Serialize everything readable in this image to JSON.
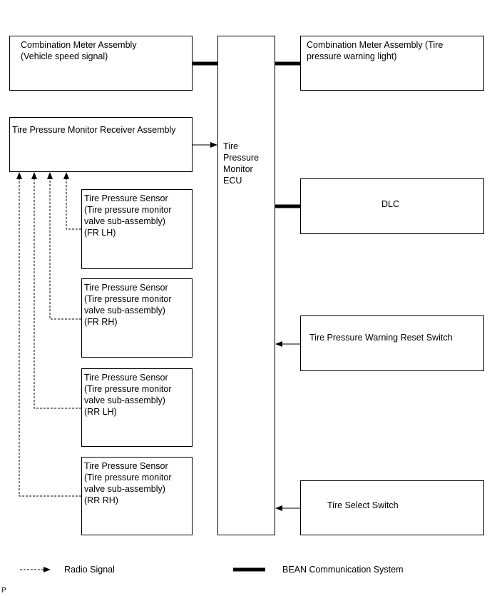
{
  "boxes": {
    "comb_speed": "Combination Meter Assembly\n(Vehicle speed signal)",
    "comb_warning": "Combination Meter Assembly (Tire\npressure warning light)",
    "receiver": "Tire Pressure Monitor Receiver Assembly",
    "ecu": "Tire\nPressure\nMonitor\nECU",
    "dlc": "DLC",
    "reset_switch": "Tire Pressure Warning Reset Switch",
    "select_switch": "Tire Select Switch",
    "sensor_fr_lh": "Tire Pressure Sensor\n(Tire pressure monitor\nvalve sub-assembly)\n(FR LH)",
    "sensor_fr_rh": "Tire Pressure Sensor\n(Tire pressure monitor\nvalve sub-assembly)\n(FR RH)",
    "sensor_rr_lh": "Tire Pressure Sensor\n(Tire pressure monitor\nvalve sub-assembly)\n(RR LH)",
    "sensor_rr_rh": "Tire Pressure Sensor\n(Tire pressure monitor\nvalve sub-assembly)\n(RR RH)"
  },
  "legend": {
    "radio": "Radio Signal",
    "bean": "BEAN Communication System"
  },
  "corner_mark": "P"
}
